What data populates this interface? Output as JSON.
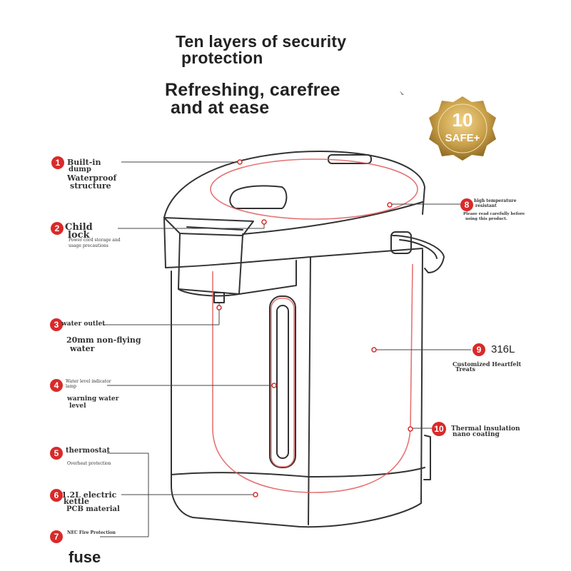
{
  "headline": {
    "line1": "Ten layers of security",
    "line2": "protection",
    "line3": "Refreshing, carefree",
    "line4": "and at ease"
  },
  "badge": {
    "number": "10",
    "text": "SAFE+",
    "color": "#c9a04a"
  },
  "accent_color": "#d92a2a",
  "callouts": [
    {
      "num": "1",
      "lines": [
        "Built-in",
        "dump",
        "Waterproof",
        "structure"
      ]
    },
    {
      "num": "2",
      "lines": [
        "Child",
        "lock",
        "Power cord storage and",
        "usage precautions"
      ]
    },
    {
      "num": "3",
      "lines": [
        "water outlet",
        "20mm non-flying",
        "water"
      ]
    },
    {
      "num": "4",
      "lines": [
        "Water level indicator",
        "lamp",
        "warning water",
        "level"
      ]
    },
    {
      "num": "5",
      "lines": [
        "thermostat",
        "Overheat protection"
      ]
    },
    {
      "num": "6",
      "lines": [
        "1.2L electric",
        "kettle",
        "PCB material"
      ]
    },
    {
      "num": "7",
      "lines": [
        "NEC Fire Protection",
        "fuse"
      ]
    },
    {
      "num": "8",
      "lines": [
        "high temperature",
        "resistant",
        "Please read carefully before",
        "using this product."
      ]
    },
    {
      "num": "9",
      "lines": [
        "316L",
        "Customized Heartfelt",
        "Treats"
      ]
    },
    {
      "num": "10",
      "lines": [
        "Thermal insulation",
        "nano coating"
      ]
    }
  ]
}
